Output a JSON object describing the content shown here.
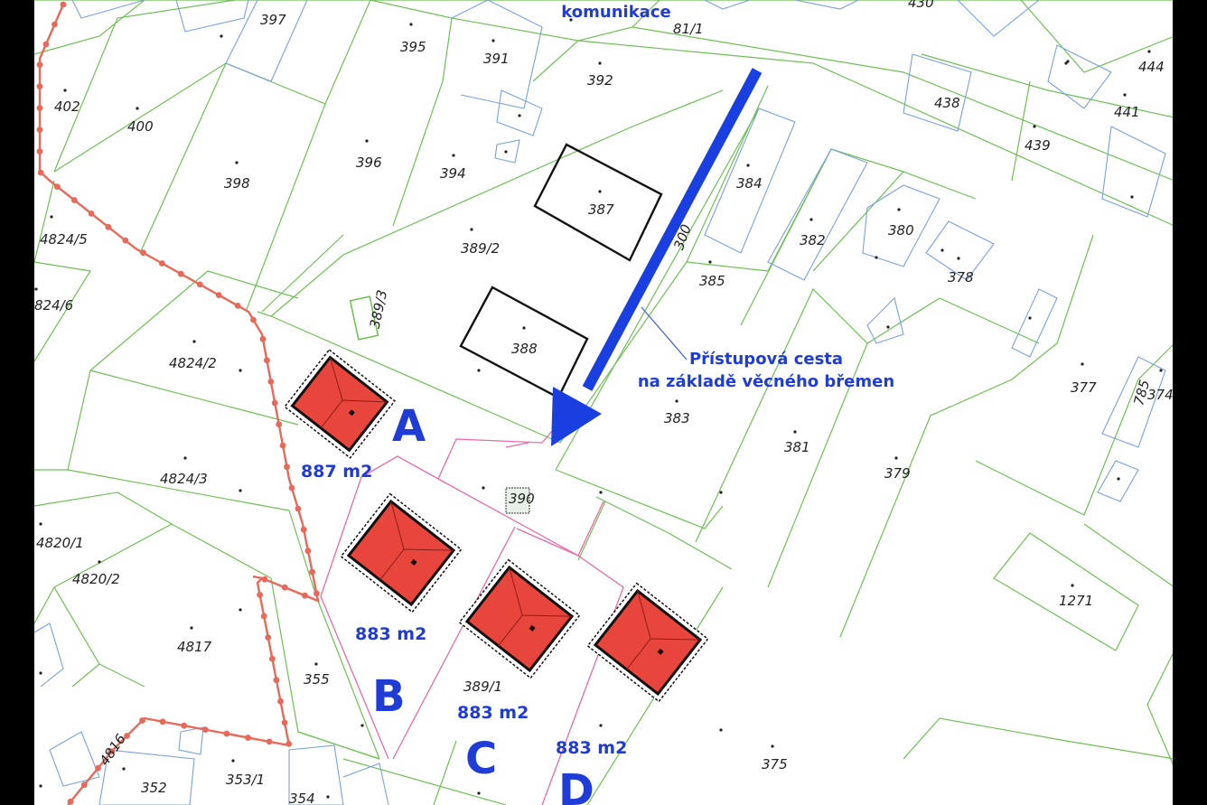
{
  "map": {
    "road_label": "komunikace",
    "road_parcel": "81/1",
    "access_callout": {
      "line1": "Přístupová cesta",
      "line2": "na základě věcného břemen"
    },
    "plots": [
      {
        "letter": "A",
        "area": "887 m2"
      },
      {
        "letter": "B",
        "area": "883 m2"
      },
      {
        "letter": "C",
        "area": "883 m2"
      },
      {
        "letter": "D",
        "area": "883 m2"
      }
    ],
    "parcels": [
      "397",
      "395",
      "391",
      "392",
      "430",
      "444",
      "438",
      "441",
      "439",
      "402",
      "400",
      "398",
      "396",
      "394",
      "387",
      "384",
      "380",
      "382",
      "378",
      "385",
      "389/2",
      "4824/5",
      "824/6",
      "389/3",
      "388",
      "377",
      "785",
      "374",
      "4824/2",
      "383",
      "381",
      "379",
      "4824/3",
      "390",
      "4820/1",
      "4820/2",
      "1271",
      "4817",
      "355",
      "389/1",
      "375",
      "4816",
      "352",
      "353/1",
      "354",
      "300"
    ],
    "colors": {
      "arrow": "#1a3fe0",
      "roof": "#e8453c",
      "boundary_red": "#e8695a",
      "parcel_lines": "#6fbf55",
      "building_lines": "#7aa0e0",
      "plot_lines": "#e86aa8"
    }
  }
}
